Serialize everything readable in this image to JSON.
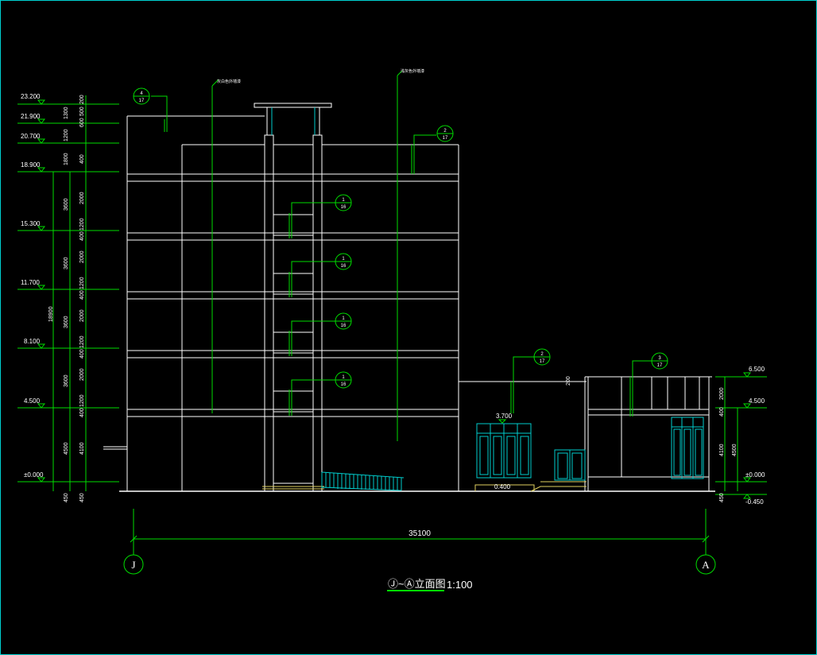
{
  "drawing": {
    "title": "Ⓙ~Ⓐ立面图",
    "scale": "1:100",
    "notes": [
      "灰白色外墙漆",
      "浅灰色外墙漆"
    ],
    "axis_labels": [
      "J",
      "A"
    ],
    "total_dimension": "35100"
  },
  "left_levels": [
    "23.200",
    "21.900",
    "20.700",
    "18.900",
    "15.300",
    "11.700",
    "8.100",
    "4.500",
    "±0.000"
  ],
  "right_levels": [
    "6.500",
    "4.500",
    "±0.000",
    "-0.450"
  ],
  "annex_levels": [
    "3.700",
    "0.400"
  ],
  "left_dims": {
    "col_a": [
      "3600",
      "3600",
      "3600",
      "3600",
      "4500",
      "450"
    ],
    "overall": "18900",
    "col_b": [
      "200",
      "500",
      "1300",
      "600",
      "1200",
      "1800",
      "400",
      "2000",
      "1200",
      "400",
      "2000",
      "1200",
      "400",
      "2000",
      "1200",
      "400",
      "2000",
      "1200",
      "400",
      "4100",
      "450"
    ]
  },
  "right_dims": [
    "200",
    "2000",
    "400",
    "4100",
    "4500",
    "450"
  ],
  "detail_tags": [
    {
      "num": "4",
      "ref": "17"
    },
    {
      "num": "2",
      "ref": "17"
    },
    {
      "num": "1",
      "ref": "16"
    },
    {
      "num": "1",
      "ref": "16"
    },
    {
      "num": "1",
      "ref": "16"
    },
    {
      "num": "1",
      "ref": "16"
    },
    {
      "num": "2",
      "ref": "17"
    },
    {
      "num": "3",
      "ref": "17"
    }
  ],
  "colors": {
    "lines": "#ffffff",
    "annotations": "#00dd00",
    "windows": "#00cccc",
    "stairs": "#e0d060",
    "frame": "#00d0d0"
  }
}
